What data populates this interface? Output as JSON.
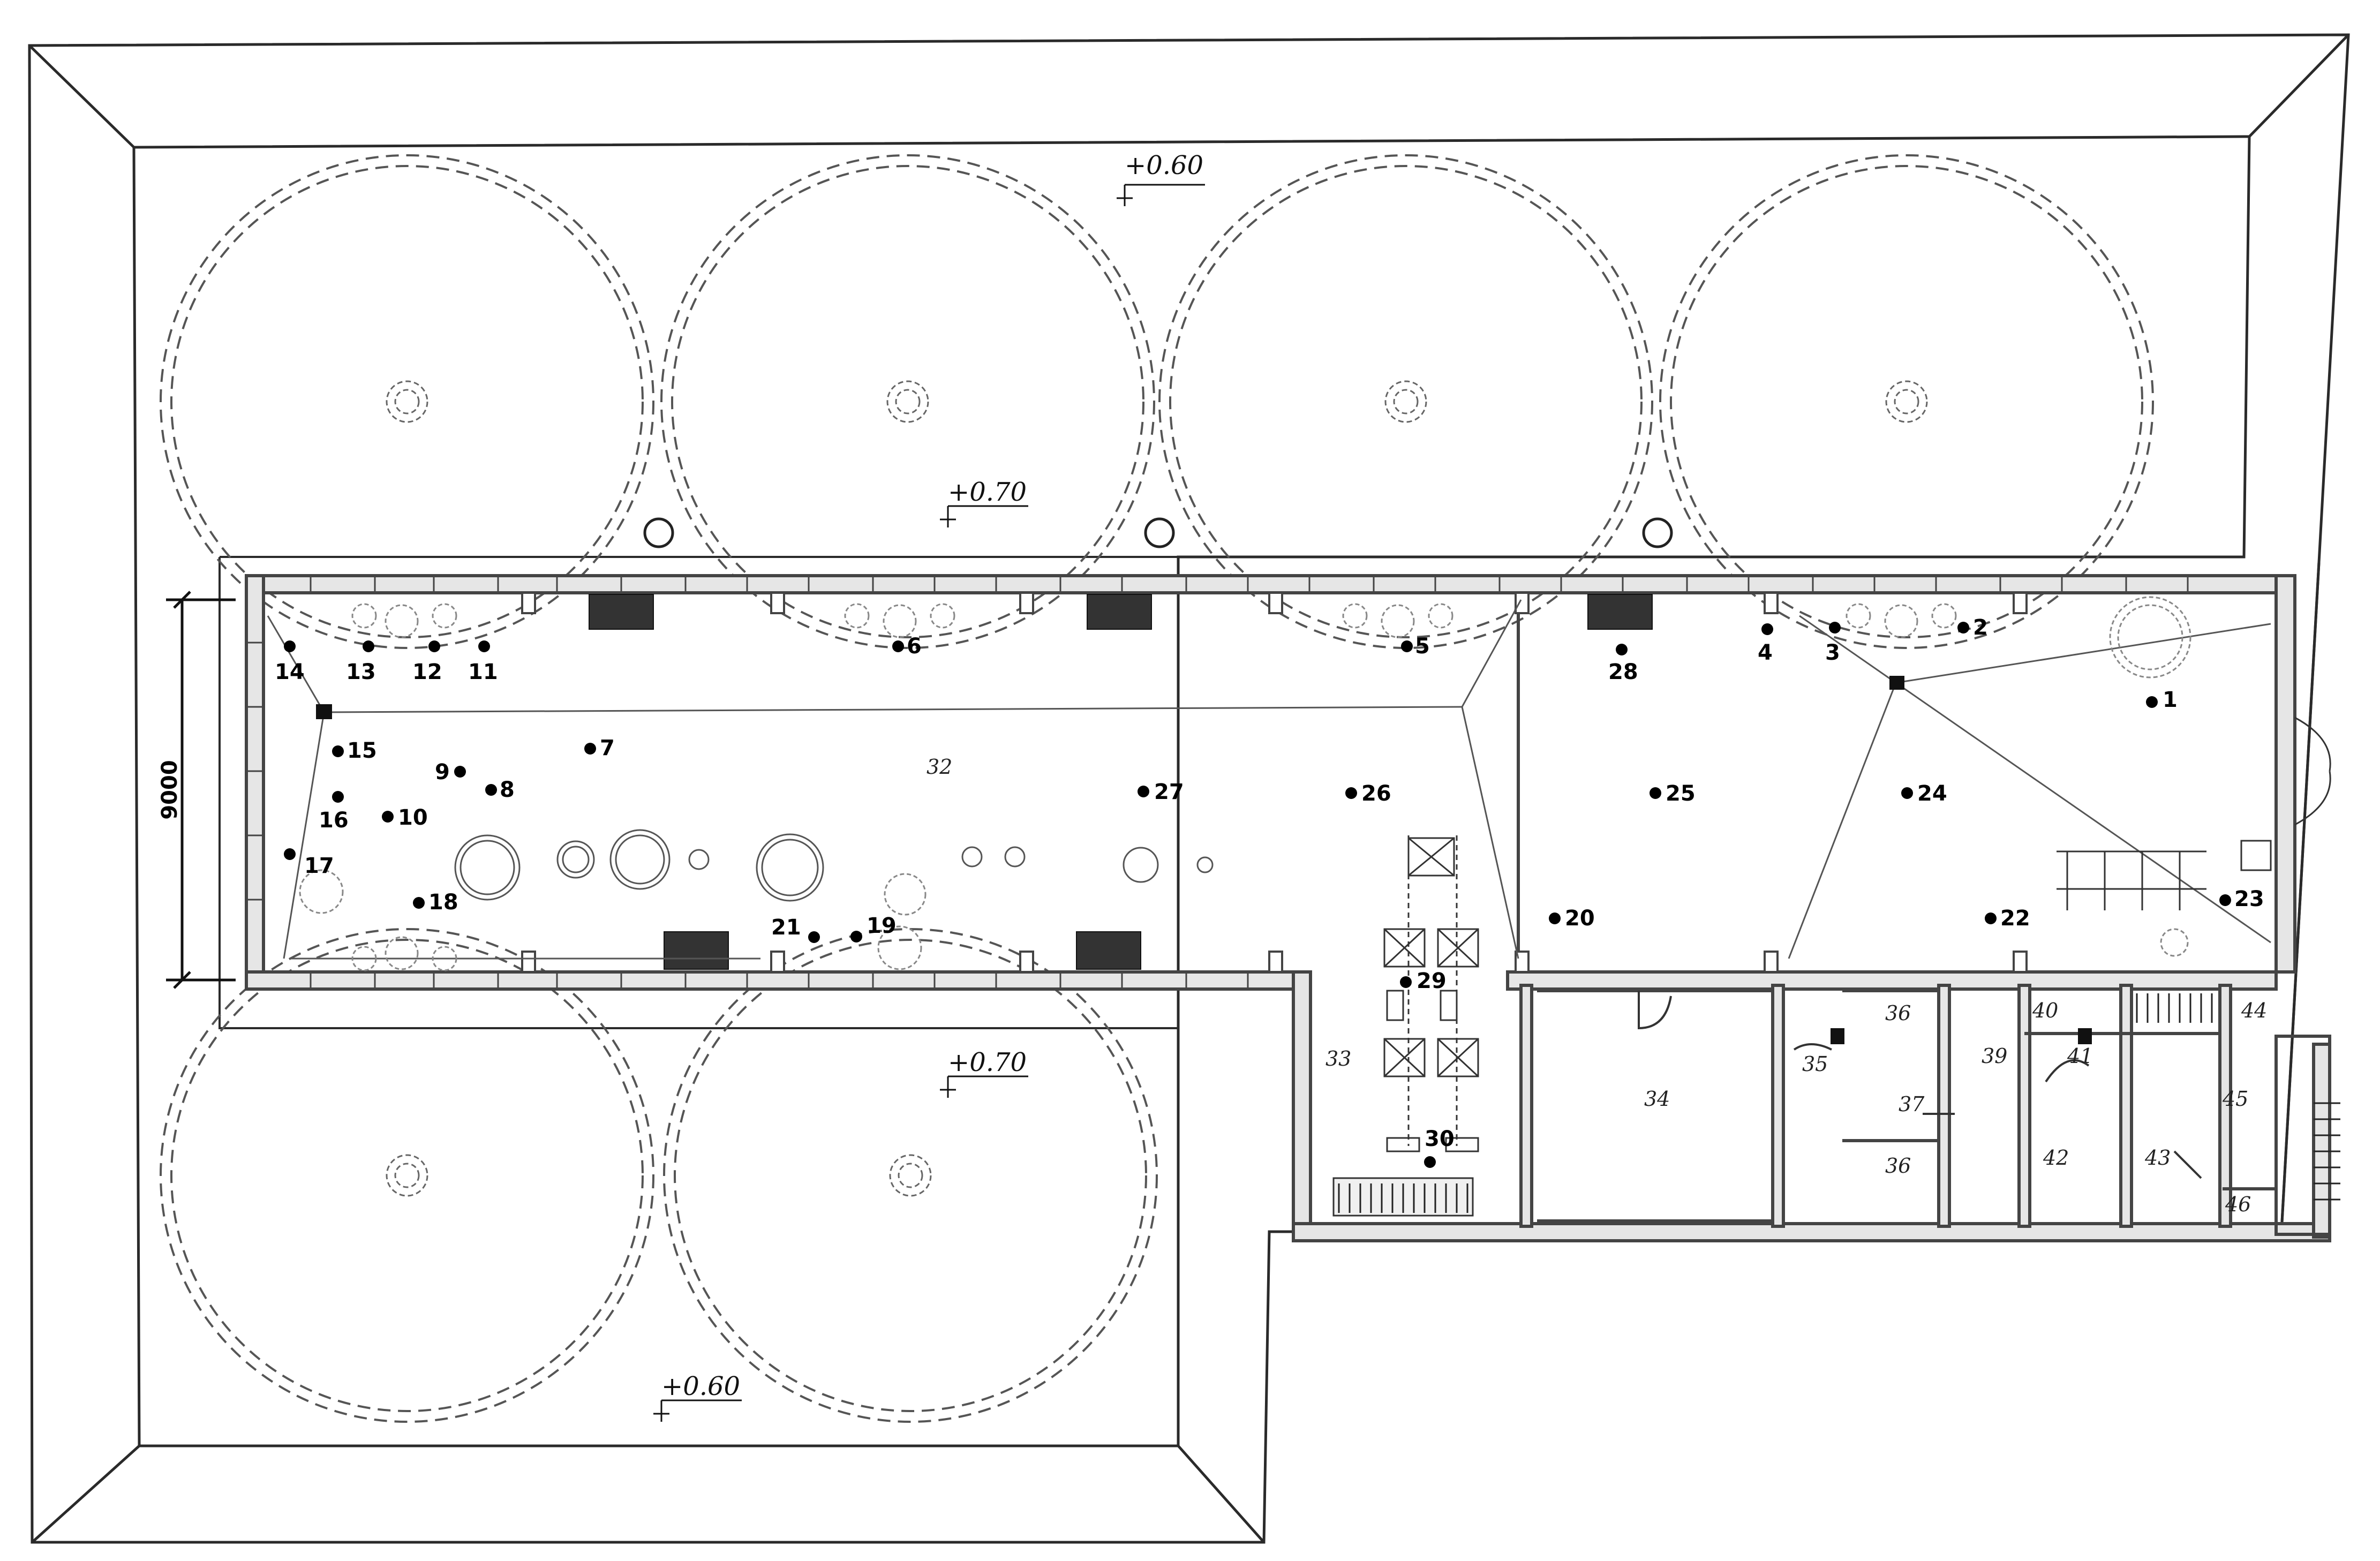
{
  "levels": [
    "+0.60",
    "+0.70",
    "+0.70",
    "+0.60"
  ],
  "dimension": "9000",
  "points": [
    "1",
    "2",
    "3",
    "4",
    "5",
    "6",
    "7",
    "8",
    "9",
    "10",
    "11",
    "12",
    "13",
    "14",
    "15",
    "16",
    "17",
    "18",
    "19",
    "20",
    "21",
    "22",
    "23",
    "24",
    "25",
    "26",
    "27",
    "28",
    "29",
    "30"
  ],
  "rooms": [
    "32",
    "33",
    "34",
    "35",
    "36",
    "37",
    "36",
    "39",
    "40",
    "41",
    "42",
    "43",
    "44",
    "45",
    "46"
  ],
  "colors": {
    "line": "#2a2a2a",
    "wall": "#555555",
    "wall_fill": "#e6e6e6",
    "dark": "#222222"
  }
}
